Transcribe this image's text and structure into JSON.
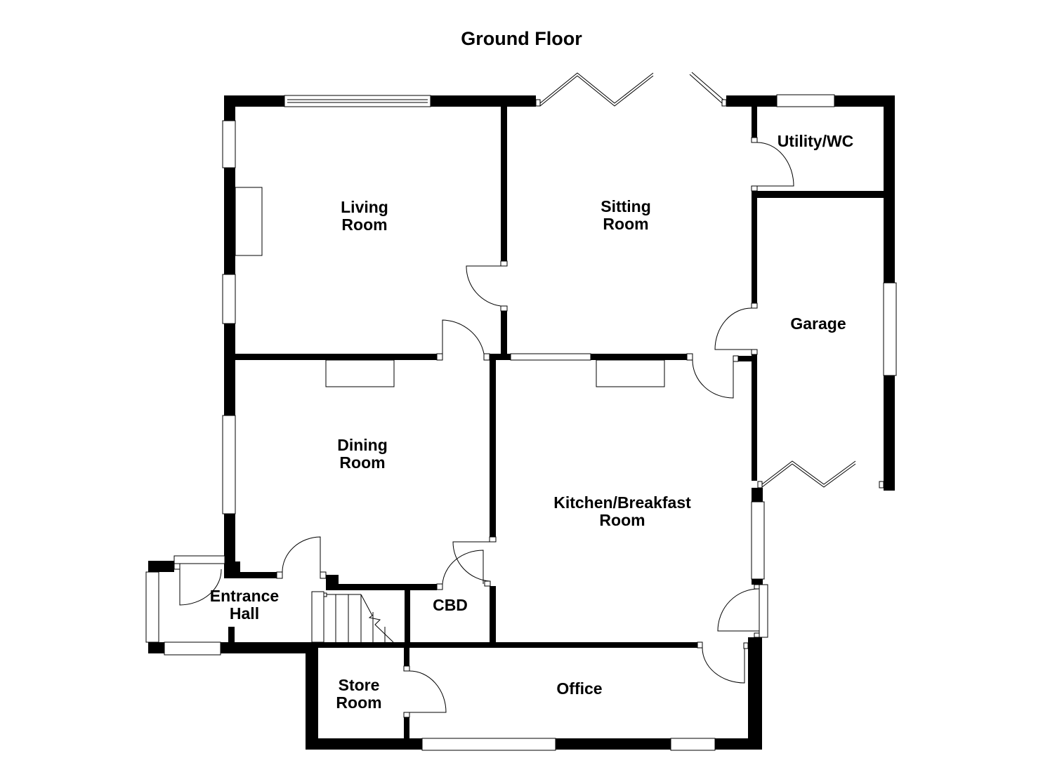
{
  "floor_plan": {
    "title": "Ground Floor",
    "rooms": [
      {
        "id": "living-room",
        "lines": [
          "Living",
          "Room"
        ]
      },
      {
        "id": "sitting-room",
        "lines": [
          "Sitting",
          "Room"
        ]
      },
      {
        "id": "utility-wc",
        "lines": [
          "Utility/WC"
        ]
      },
      {
        "id": "garage",
        "lines": [
          "Garage"
        ]
      },
      {
        "id": "dining-room",
        "lines": [
          "Dining",
          "Room"
        ]
      },
      {
        "id": "kitchen-breakfast-room",
        "lines": [
          "Kitchen/Breakfast",
          "Room"
        ]
      },
      {
        "id": "entrance-hall",
        "lines": [
          "Entrance",
          "Hall"
        ]
      },
      {
        "id": "cbd",
        "lines": [
          "CBD"
        ]
      },
      {
        "id": "store-room",
        "lines": [
          "Store",
          "Room"
        ]
      },
      {
        "id": "office",
        "lines": [
          "Office"
        ]
      }
    ],
    "colors": {
      "wall": "#000000",
      "background": "#ffffff"
    }
  }
}
